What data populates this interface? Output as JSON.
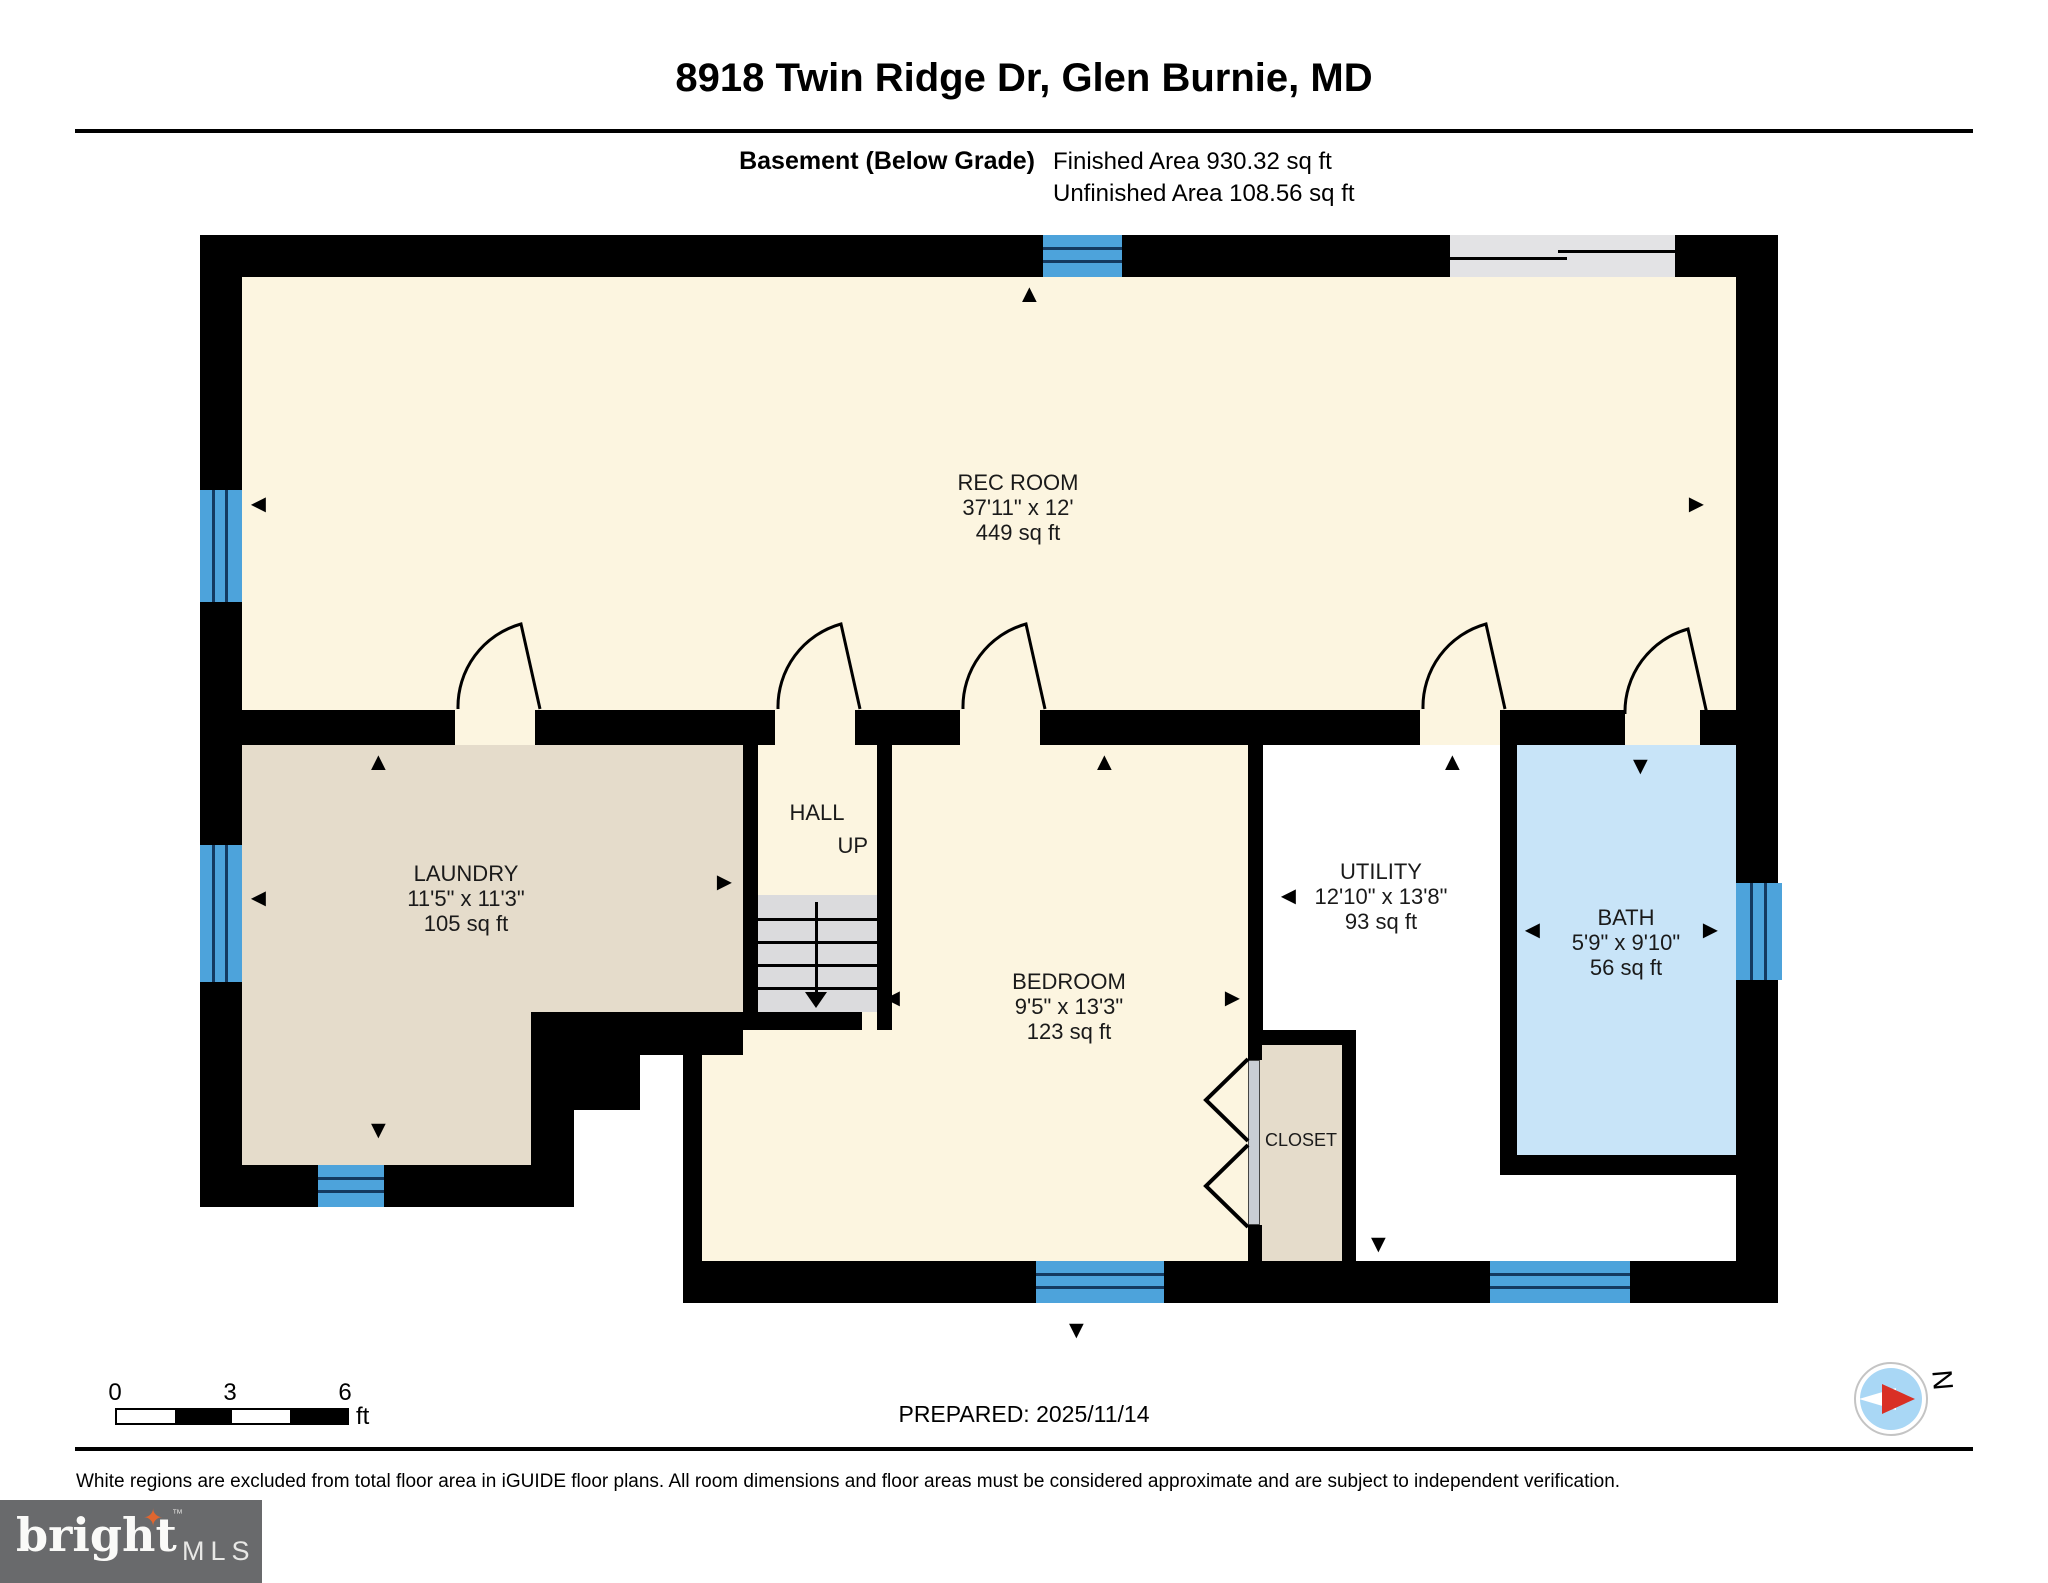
{
  "header": {
    "title": "8918 Twin Ridge Dr, Glen Burnie, MD",
    "floor_label": "Basement (Below Grade)",
    "finished_area": "Finished Area 930.32 sq ft",
    "unfinished_area": "Unfinished Area 108.56 sq ft"
  },
  "rooms": {
    "rec_room": {
      "name": "REC ROOM",
      "dimensions": "37'11\" x 12'",
      "area": "449 sq ft"
    },
    "laundry": {
      "name": "LAUNDRY",
      "dimensions": "11'5\" x 11'3\"",
      "area": "105 sq ft"
    },
    "hall": {
      "name": "HALL",
      "stairs_label": "UP"
    },
    "bedroom": {
      "name": "BEDROOM",
      "dimensions": "9'5\" x 13'3\"",
      "area": "123 sq ft"
    },
    "utility": {
      "name": "UTILITY",
      "dimensions": "12'10\" x 13'8\"",
      "area": "93 sq ft"
    },
    "bath": {
      "name": "BATH",
      "dimensions": "5'9\" x 9'10\"",
      "area": "56 sq ft"
    },
    "closet": {
      "name": "CLOSET"
    }
  },
  "scale_bar": {
    "ticks": [
      "0",
      "3",
      "6"
    ],
    "unit": "ft"
  },
  "footer": {
    "prepared": "PREPARED: 2025/11/14",
    "disclaimer": "White regions are excluded from total floor area in iGUIDE floor plans. All room dimensions and floor areas must be considered approximate and are subject to independent verification.",
    "compass_north": "N"
  },
  "branding": {
    "name": "bright",
    "suffix": "MLS",
    "trademark": "™"
  },
  "colors": {
    "finished_floor": "#FCF5E0",
    "secondary_floor": "#E5DCCB",
    "bath_floor": "#C8E4F8",
    "window": "#4DA3DB",
    "wall": "#000000",
    "stairs": "#DBDBDD",
    "compass_red": "#D93025"
  }
}
